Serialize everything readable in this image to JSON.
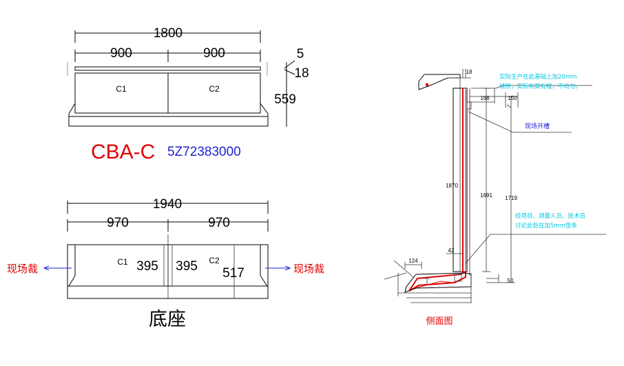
{
  "colors": {
    "red": "#e00000",
    "blue": "#1f1fd0",
    "cyan": "#00c8e6",
    "black": "#000000"
  },
  "top_view": {
    "total_width": "1800",
    "left_width": "900",
    "right_width": "900",
    "left_label": "C1",
    "right_label": "C2",
    "dim_a": "5",
    "dim_b": "18",
    "height": "559",
    "model_name": "CBA-C",
    "model_code": "5Z72383000"
  },
  "base_view": {
    "total_width": "1940",
    "left_width": "970",
    "right_width": "970",
    "left_label": "C1",
    "right_label": "C2",
    "left_inner": "395",
    "right_inner": "395",
    "depth": "517",
    "left_note": "现场裁",
    "right_note": "现场裁",
    "title": "底座"
  },
  "side_view": {
    "dim_top": "18",
    "dim_168": "168",
    "dim_150": "150",
    "dim_1870": "1870",
    "dim_1691": "1691",
    "dim_1719": "1719",
    "dim_42": "42",
    "dim_124": "124",
    "dim_50": "50",
    "note_top_line1": "实际生产在此基础上加20mm",
    "note_top_line2": "缝隙，实际有高有矮，不均匀。",
    "note_slot": "现场开槽",
    "note_mid_line1": "经项目、测量人员、技术员",
    "note_mid_line2": "讨论此处在加5mm垫条",
    "title": "侧面图"
  }
}
